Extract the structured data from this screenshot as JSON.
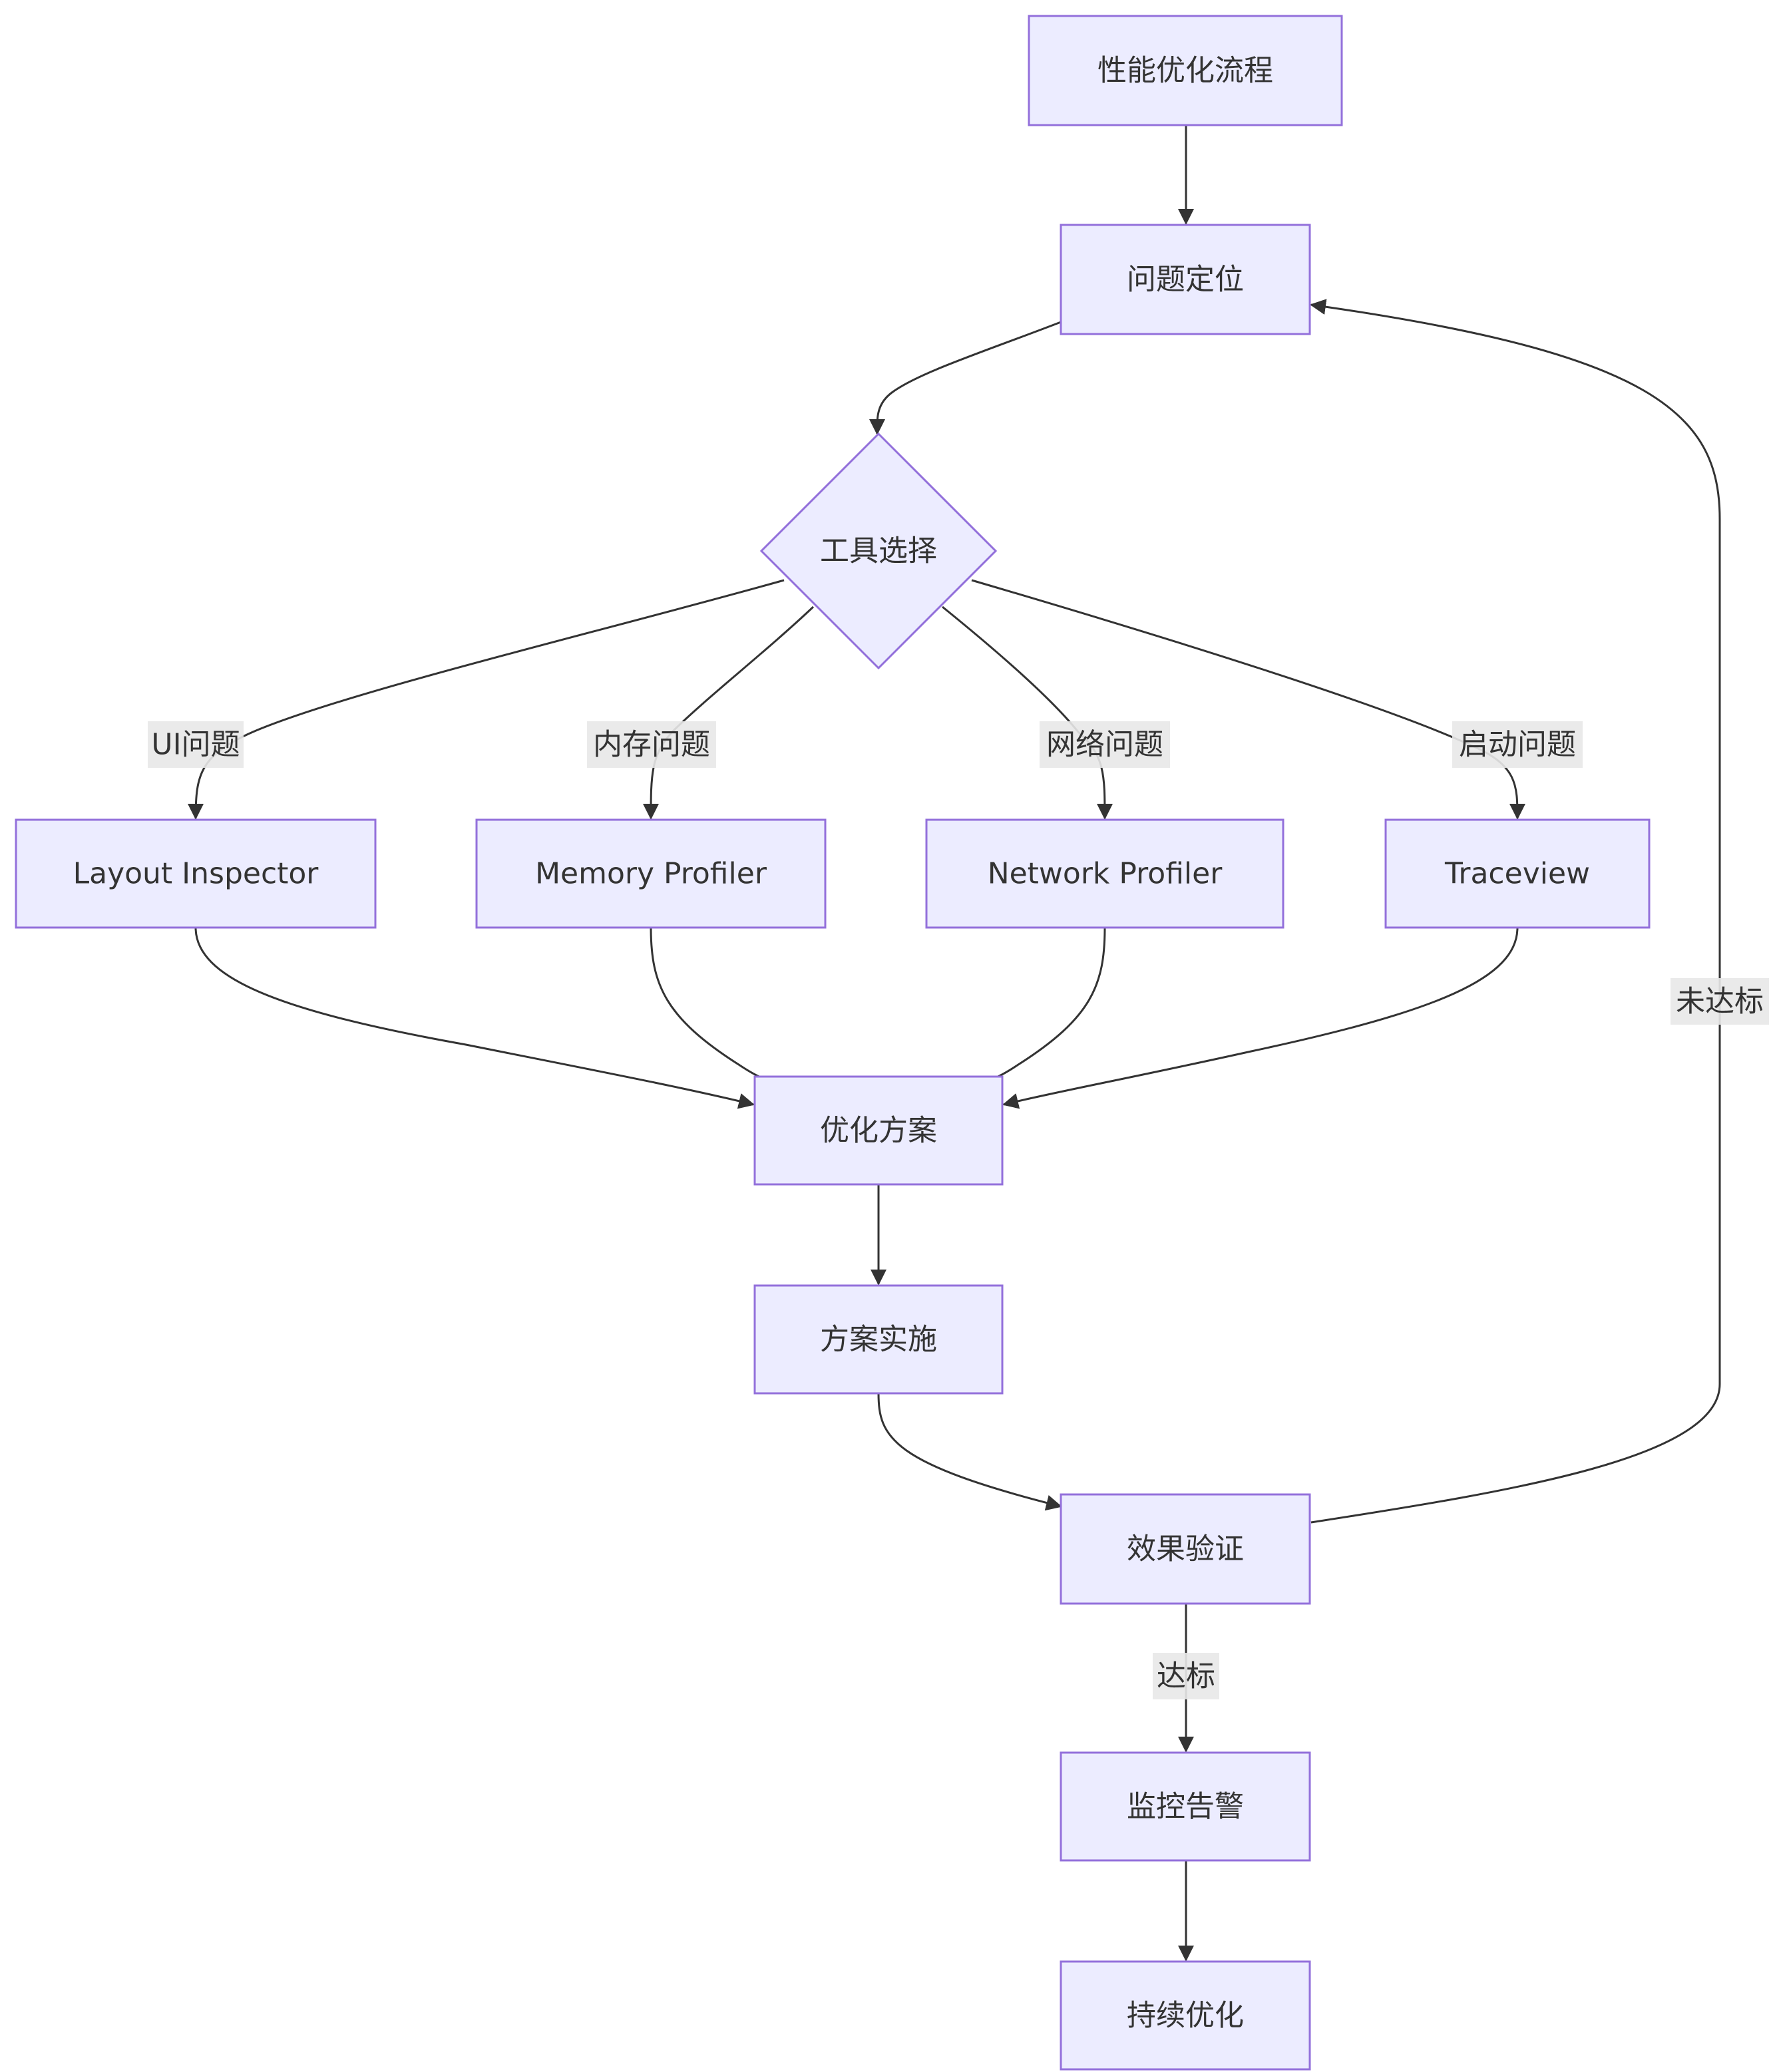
{
  "nodes": {
    "start": "性能优化流程",
    "locate": "问题定位",
    "tool_select": "工具选择",
    "layout_inspector": "Layout Inspector",
    "memory_profiler": "Memory Profiler",
    "network_profiler": "Network Profiler",
    "traceview": "Traceview",
    "plan": "优化方案",
    "implement": "方案实施",
    "verify": "效果验证",
    "monitor": "监控告警",
    "continuous": "持续优化"
  },
  "edge_labels": {
    "ui_issue": "UI问题",
    "memory_issue": "内存问题",
    "network_issue": "网络问题",
    "startup_issue": "启动问题",
    "not_met": "未达标",
    "met": "达标"
  },
  "colors": {
    "node_fill": "#ECECFF",
    "node_stroke": "#9370DB",
    "edge": "#333333",
    "label_bg": "#e8e8e8"
  }
}
